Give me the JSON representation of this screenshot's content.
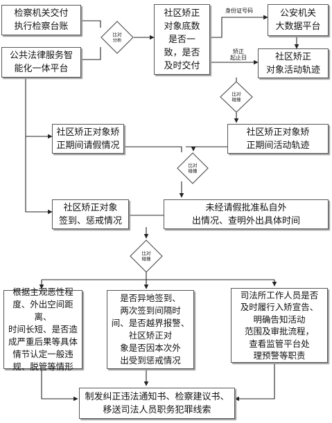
{
  "nodes": {
    "procuratorate": "检察机关交付\n执行检察台账",
    "legal_platform": "公共法律服务智\n能化一体平台",
    "community_count": "社区矫正\n对象底数\n是否一\n致，是否\n及时交付",
    "police_platform": "公安机关\n大数据平台",
    "activity_track": "社区矫正\n对象活动轨迹",
    "leave_info": "社区矫正对象矫\n正期间请假情况",
    "period_track": "社区矫正对象矫\n正期间活动轨迹",
    "checkin_info": "社区矫正对象\n签到、惩戒情况",
    "unapproved_exit": "未经请假批准私自外\n出情况、查明外出具体时间",
    "judgement": "根据主观恶性程\n度、外出空间距离、\n时间长短、是否造\n成严重后果等具体\n情节认定一般违\n规、脱管等情形",
    "remote_checkin": "是否异地签到、\n两次签到间隔时\n间、是否越界报警、\n社区矫正对\n象是否因本次外\n出受到惩戒情况",
    "judicial_staff": "司法所工作人员是否\n及时履行入矫宣告、\n明确告知活动\n范围及审批流程，\n查看监管平台处\n理预警等职责",
    "final_output": "制发纠正违法通知书、检察建议书、\n移送司法人员职务犯罪线索"
  },
  "decisions": {
    "d1": "比对\n分析",
    "d2": "比对\n碰撞",
    "d3": "比对\n碰撞",
    "d4": "比对\n碰撞"
  },
  "edge_labels": {
    "id_number": "身份证号码",
    "end_date": "矫正\n起止日"
  },
  "colors": {
    "border": "#555555",
    "shadow": "#9a9a9a",
    "line": "#222222"
  }
}
